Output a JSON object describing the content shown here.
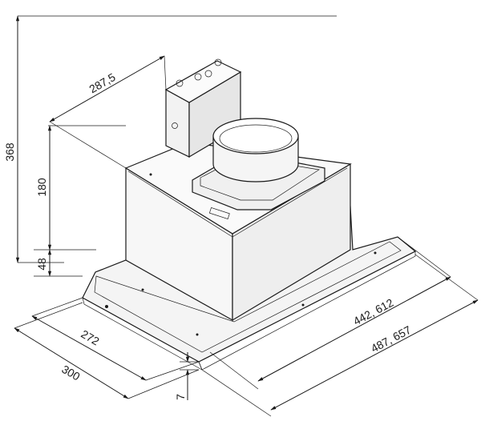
{
  "dimensions": {
    "height_total": "368",
    "height_body": "180",
    "height_frame": "48",
    "depth_top": "287,5",
    "width_inner": "442, 612",
    "width_outer": "487, 657",
    "depth_inner": "272",
    "depth_outer": "300",
    "thickness": "7"
  }
}
